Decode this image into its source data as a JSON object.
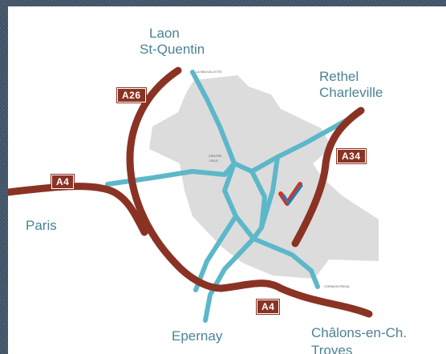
{
  "colors": {
    "background_frame": "#44566a",
    "map_background": "#ffffff",
    "urban_area": "#dcdcdc",
    "ring_road": "#8a3324",
    "local_roads": "#5cb8c9",
    "label_text": "#4b8296",
    "badge_bg": "#8a3324",
    "badge_text": "#ffffff",
    "marker_red": "#c23a2b",
    "marker_blue": "#2a78b5"
  },
  "cities": {
    "laon": "Laon",
    "st_quentin": "St-Quentin",
    "rethel": "Rethel",
    "charleville": "Charleville",
    "paris": "Paris",
    "epernay": "Epernay",
    "chalons": "Châlons-en-Ch.",
    "troyes": "Troyes"
  },
  "roads": {
    "a26": "A26",
    "a4_west": "A4",
    "a34": "A34",
    "a4_south": "A4"
  },
  "small_labels": {
    "north": "LA NEUVILLETTE",
    "center_line1": "CENTRE",
    "center_line2": "VILLE",
    "south_east": "CORMONTREUIL"
  },
  "icons": {
    "destination_marker": "checkmark-marker-icon"
  }
}
